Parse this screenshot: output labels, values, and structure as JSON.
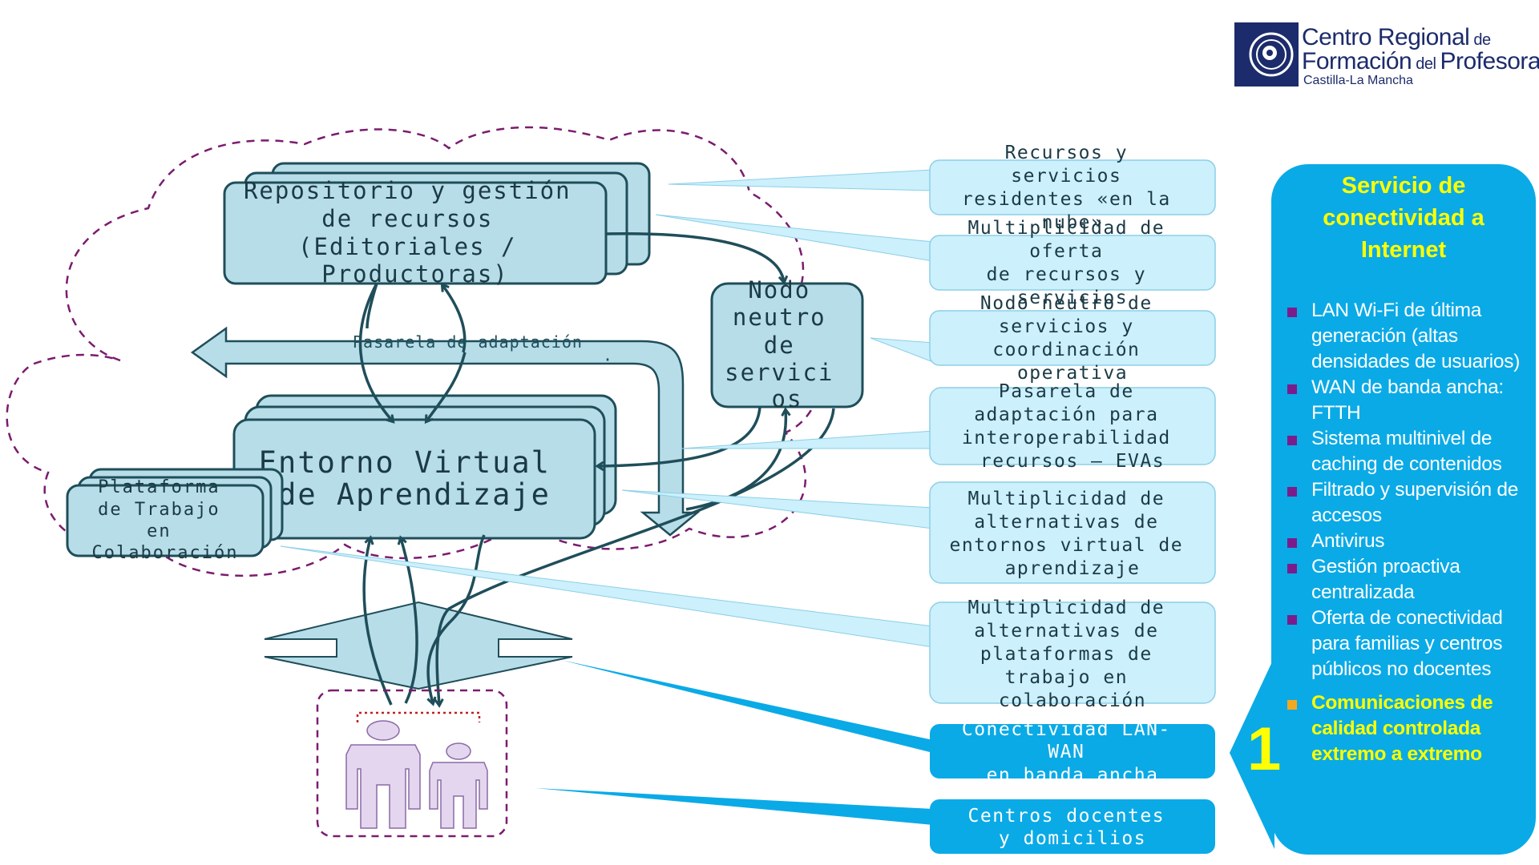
{
  "logo": {
    "line1_main": "Centro Regional",
    "line1_small": " de",
    "line2_main": "Formación",
    "line2_small": " del ",
    "line2_end": "Profesorado",
    "line3": "Castilla-La Mancha"
  },
  "boxes": {
    "repositorio": [
      "Repositorio y gestión",
      "de recursos",
      "(Editoriales /",
      "Productoras)"
    ],
    "nodo": [
      "Nodo",
      "neutro",
      "de",
      "servici",
      "os"
    ],
    "entorno": [
      "Entorno Virtual",
      "de Aprendizaje"
    ],
    "plataforma": [
      "Plataforma",
      "de Trabajo",
      "en",
      "Colaboración"
    ],
    "pasarela_label": "Pasarela de adaptación",
    "pasarela_dot": "·"
  },
  "callouts": [
    {
      "lines": [
        "Recursos y",
        "servicios",
        "residentes «en la",
        "nube»"
      ],
      "style": "light"
    },
    {
      "lines": [
        "Multiplicidad de",
        "oferta",
        "de recursos y",
        "servicios"
      ],
      "style": "light"
    },
    {
      "lines": [
        "Nodo neutro de",
        "servicios y",
        "coordinación",
        "operativa"
      ],
      "style": "light"
    },
    {
      "lines": [
        "Pasarela de",
        "adaptación para",
        "interoperabilidad",
        "recursos – EVAs"
      ],
      "style": "light"
    },
    {
      "lines": [
        "Multiplicidad de",
        "alternativas de",
        "entornos virtual de",
        "aprendizaje"
      ],
      "style": "light"
    },
    {
      "lines": [
        "Multiplicidad de",
        "alternativas de",
        "plataformas de",
        "trabajo en",
        "colaboración"
      ],
      "style": "light"
    },
    {
      "lines": [
        "Conectividad LAN-",
        "WAN",
        "en banda ancha"
      ],
      "style": "dark"
    },
    {
      "lines": [
        "Centros docentes",
        "y domicilios"
      ],
      "style": "dark"
    }
  ],
  "panel": {
    "title": "Servicio de\nconectividad a\nInternet",
    "items": [
      "LAN Wi-Fi de última generación (altas densidades de usuarios)",
      "WAN de banda ancha: FTTH",
      "Sistema multinivel de caching de contenidos",
      "Filtrado y supervisión de accesos",
      "Antivirus",
      "Gestión proactiva centralizada",
      "Oferta de conectividad para familias y centros públicos no docentes"
    ],
    "highlight": "Comunicaciones de calidad controlada extremo a extremo",
    "number": "1"
  },
  "colors": {
    "box_fill": "#b7dde8",
    "box_stroke": "#1f4e5a",
    "callout_light": "#ccf0fc",
    "callout_dark": "#0aaae6",
    "cloud_stroke": "#7b1c6e",
    "panel": "#0aaae6",
    "panel_title": "#ffff00",
    "person_fill": "#e4d6ee",
    "person_stroke": "#8a6aa6"
  }
}
